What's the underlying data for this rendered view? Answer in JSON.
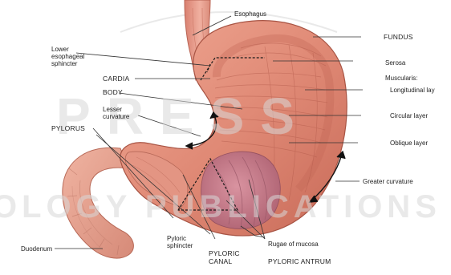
{
  "labels": {
    "esophagus": "Esophagus",
    "fundus": "FUNDUS",
    "lower_esophageal_sphincter": [
      "Lower",
      "esophageal",
      "sphincter"
    ],
    "serosa": "Serosa",
    "muscularis": "Muscularis:",
    "cardia": "CARDIA",
    "longitudinal_layer": "Longitudinal lay",
    "body": "BODY",
    "lesser_curvature": [
      "Lesser",
      "curvature"
    ],
    "circular_layer": "Circular layer",
    "pylorus": "PYLORUS",
    "oblique_layer": "Oblique layer",
    "greater_curvature": "Greater curvature",
    "duodenum": "Duodenum",
    "pyloric_sphincter": [
      "Pyloric",
      "sphincter"
    ],
    "pyloric_canal": [
      "PYLORIC",
      "CANAL"
    ],
    "rugae_of_mucosa": "Rugae of mucosa",
    "pyloric_antrum": "PYLORIC ANTRUM"
  },
  "watermark": {
    "top": "PRESS",
    "bottom": "OLOGY PUBLICATIONS"
  },
  "colors": {
    "stomach_outer": "#e8927e",
    "stomach_mid": "#dc7a68",
    "stomach_dark": "#b85a4a",
    "muscle_fiber": "#c96c5c",
    "mucosa": "#c97a8a",
    "duodenum": "#e9a08c",
    "leader_line": "#333333",
    "watermark": "#d8d8d8"
  }
}
